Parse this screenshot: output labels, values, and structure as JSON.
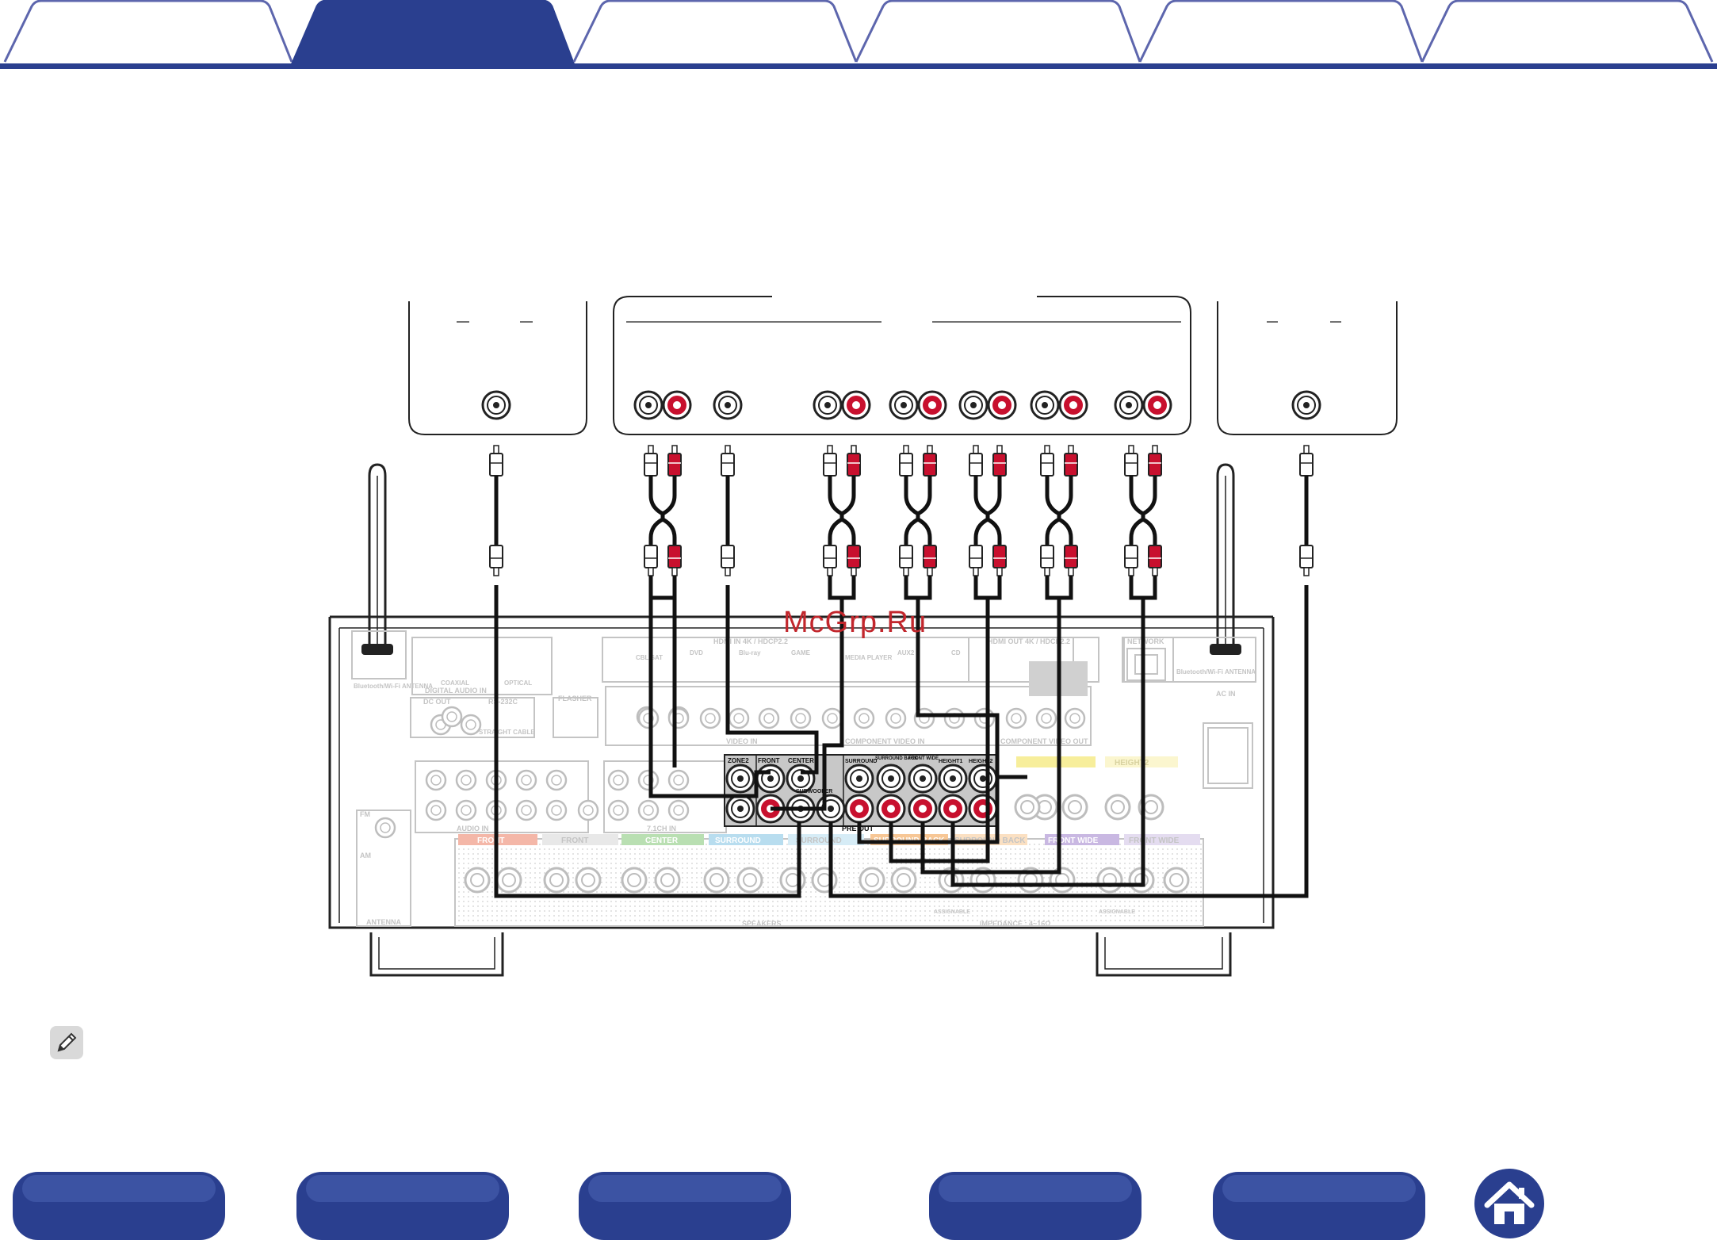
{
  "watermark": "McGrp.Ru",
  "top_tabs": [
    {
      "id": "tab-1",
      "active": false
    },
    {
      "id": "tab-2",
      "active": true
    },
    {
      "id": "tab-3",
      "active": false
    },
    {
      "id": "tab-4",
      "active": false
    },
    {
      "id": "tab-5",
      "active": false
    },
    {
      "id": "tab-6",
      "active": false
    }
  ],
  "receiver_labels": {
    "hdmi_in": "HDMI IN   4K / HDCP2.2",
    "hdmi_out": "HDMI OUT  4K / HDCP2.2",
    "network": "NETWORK",
    "bt_left": "Bluetooth/Wi-Fi ANTENNA",
    "bt_right": "Bluetooth/Wi-Fi ANTENNA",
    "ac_in": "AC IN",
    "digital_audio_in": "DIGITAL AUDIO IN",
    "coaxial": "COAXIAL",
    "optical": "OPTICAL",
    "dc_out": "DC OUT",
    "rs232c": "RS-232C",
    "flasher": "FLASHER",
    "straight_cable": "STRAIGHT CABLE",
    "video_in": "VIDEO IN",
    "component_video_in": "COMPONENT VIDEO IN",
    "component_video_out": "COMPONENT VIDEO OUT",
    "audio_in": "AUDIO IN",
    "ch71_in": "7.1CH IN",
    "pre_out": "PRE OUT",
    "zone2": "ZONE2",
    "front": "FRONT",
    "center": "CENTER",
    "surround": "SURROUND",
    "surround_back": "SURROUND BACK",
    "front_wide": "FRONT WIDE",
    "height1": "HEIGHT1",
    "height2": "HEIGHT2",
    "subwoofer": "SUBWOOFER",
    "speakers": "SPEAKERS",
    "impedance": "IMPEDANCE : 4~16Ω",
    "antenna": "ANTENNA",
    "fm": "FM",
    "am": "AM",
    "assignable": "ASSIGNABLE",
    "hdmi_inputs": [
      "CBL/SAT",
      "DVD",
      "Blu-ray",
      "GAME",
      "MEDIA PLAYER",
      "AUX2",
      "CD"
    ],
    "speaker_groups": [
      "FRONT",
      "FRONT",
      "CENTER",
      "SURROUND",
      "SURROUND",
      "SURROUND BACK",
      "SURROUND BACK",
      "FRONT WIDE",
      "FRONT WIDE"
    ]
  },
  "bottom_nav": [
    {
      "id": "nav-1"
    },
    {
      "id": "nav-2"
    },
    {
      "id": "nav-3"
    },
    {
      "id": "nav-4"
    },
    {
      "id": "nav-5"
    }
  ],
  "colors": {
    "accent": "#2a3f8f",
    "tab_border": "#6b74b5",
    "rca_red": "#c8102e",
    "cable": "#111111"
  },
  "icons": {
    "note": "pencil-icon",
    "home": "home-icon"
  }
}
